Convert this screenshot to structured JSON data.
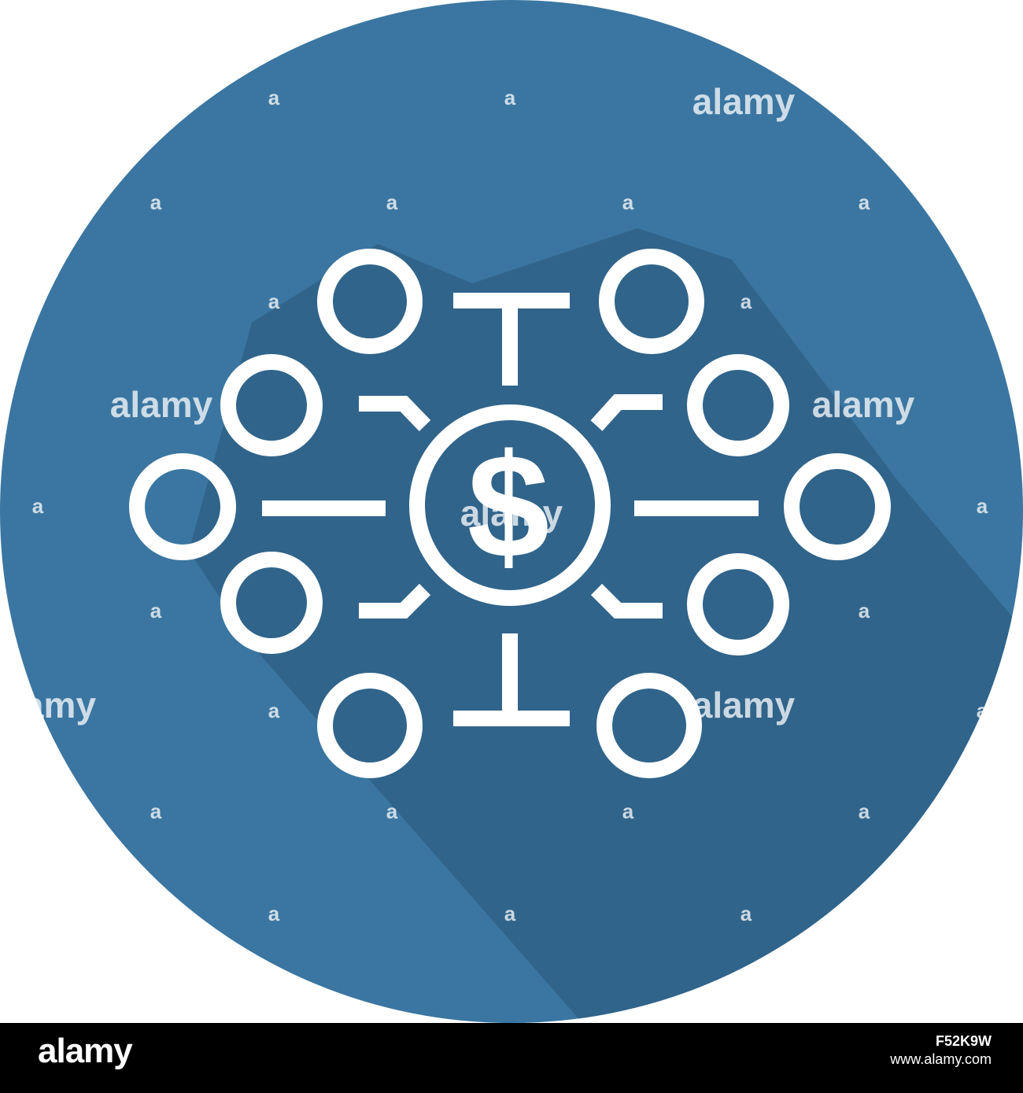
{
  "icon": {
    "center_symbol": "$",
    "colors": {
      "circle": "#3a76a1",
      "shadow": "#30648b",
      "stroke": "#ffffff",
      "background": "#ffffff"
    },
    "icon_names": [
      "dollar-coin-icon",
      "network-node-icon"
    ]
  },
  "watermark": {
    "text": "alamy",
    "short_text": "a",
    "partial_text": "amy"
  },
  "footer": {
    "logo": "alamy",
    "image_id": "F52K9W",
    "site": "www.alamy.com",
    "bar_color": "#000000"
  }
}
